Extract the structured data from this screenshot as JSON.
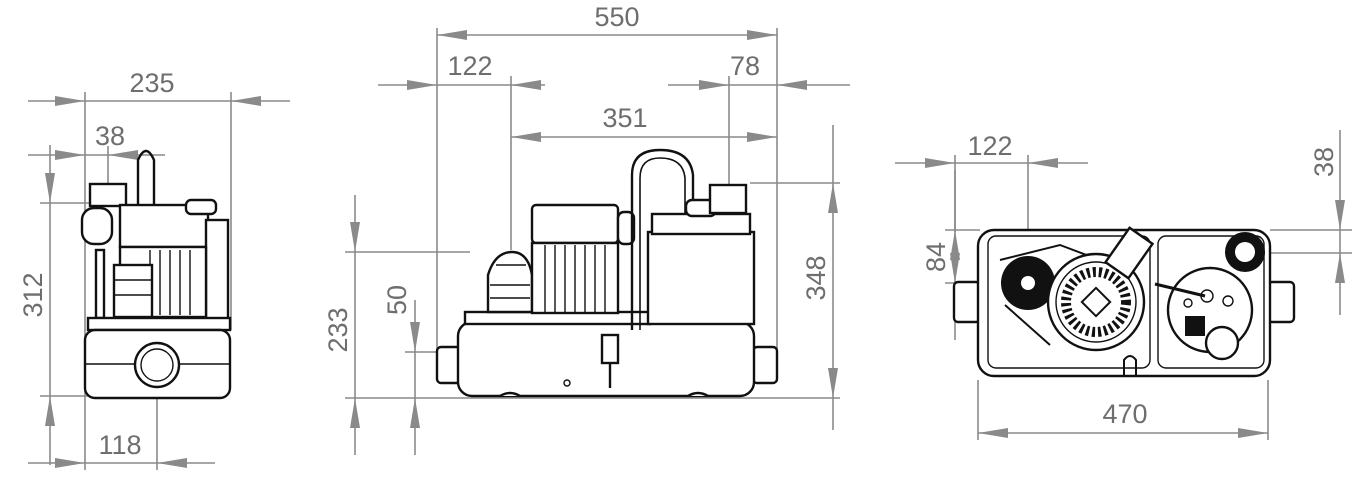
{
  "views": {
    "side": {
      "dimensions": {
        "width": "235",
        "inlet_offset": "38",
        "height": "312",
        "outlet_offset": "118"
      }
    },
    "front": {
      "dimensions": {
        "length": "550",
        "left_offset": "122",
        "right_offset": "78",
        "inlet_spacing": "351",
        "total_height": "348",
        "outlet_height": "233",
        "base_height": "50"
      }
    },
    "top": {
      "dimensions": {
        "outlet_x": "122",
        "outlet_y": "84",
        "inlet_y": "38",
        "length": "470"
      }
    }
  },
  "colors": {
    "dimension_line": "#8a8a8a",
    "outline": "#111111"
  }
}
